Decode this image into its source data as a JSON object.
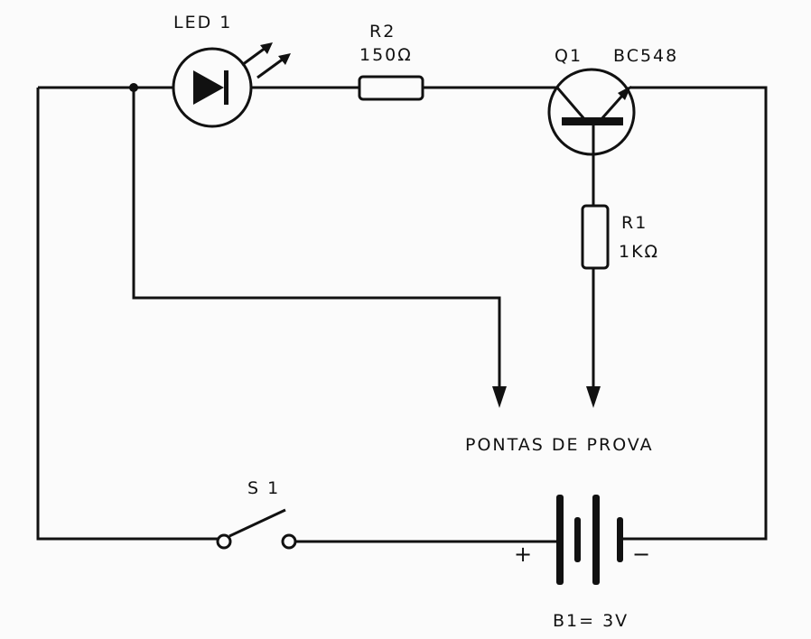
{
  "led": {
    "label": "LED 1"
  },
  "r2": {
    "name": "R2",
    "value": "150Ω"
  },
  "q1": {
    "name": "Q1",
    "type": "BC548"
  },
  "r1": {
    "name": "R1",
    "value": "1KΩ"
  },
  "probes": {
    "label": "PONTAS DE PROVA"
  },
  "switch": {
    "label": "S 1"
  },
  "battery": {
    "label": "B1= 3V",
    "plus": "+",
    "minus": "−"
  }
}
